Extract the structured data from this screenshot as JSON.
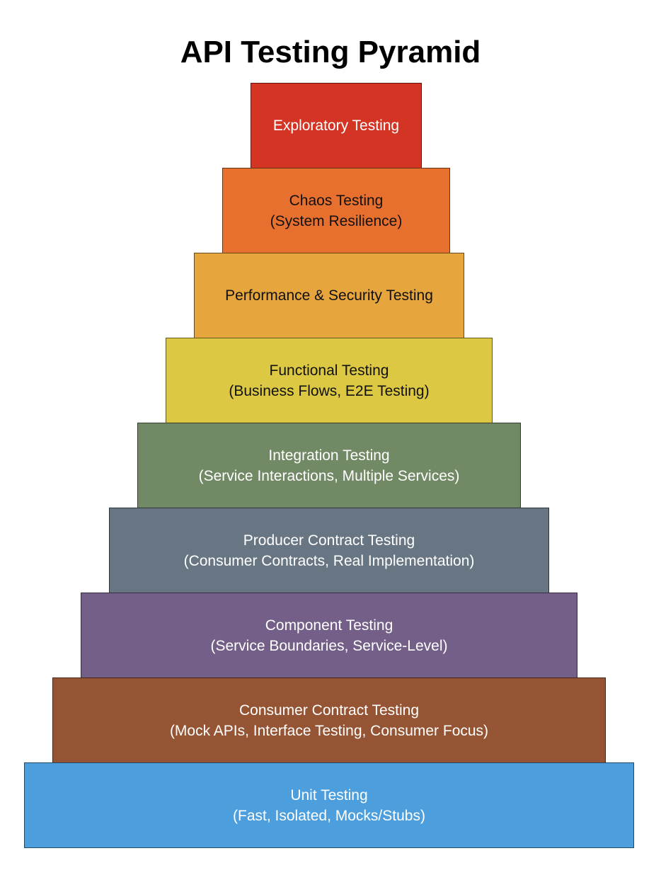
{
  "title": "API Testing Pyramid",
  "tiers": [
    {
      "line1": "Exploratory Testing",
      "line2": "",
      "color": "#d33424",
      "text_color": "#ffffff"
    },
    {
      "line1": "Chaos Testing",
      "line2": "(System Resilience)",
      "color": "#e8702e",
      "text_color": "#111111"
    },
    {
      "line1": "Performance & Security Testing",
      "line2": "",
      "color": "#e6a53d",
      "text_color": "#111111"
    },
    {
      "line1": "Functional Testing",
      "line2": "(Business Flows, E2E Testing)",
      "color": "#dcc843",
      "text_color": "#111111"
    },
    {
      "line1": "Integration Testing",
      "line2": "(Service Interactions, Multiple Services)",
      "color": "#728966",
      "text_color": "#ffffff"
    },
    {
      "line1": "Producer Contract Testing",
      "line2": "(Consumer Contracts, Real Implementation)",
      "color": "#687684",
      "text_color": "#ffffff"
    },
    {
      "line1": "Component Testing",
      "line2": "(Service Boundaries, Service-Level)",
      "color": "#735f88",
      "text_color": "#ffffff"
    },
    {
      "line1": "Consumer Contract Testing",
      "line2": "(Mock APIs, Interface Testing, Consumer Focus)",
      "color": "#955433",
      "text_color": "#ffffff"
    },
    {
      "line1": "Unit Testing",
      "line2": "(Fast, Isolated, Mocks/Stubs)",
      "color": "#4c9fdc",
      "text_color": "#ffffff"
    }
  ]
}
